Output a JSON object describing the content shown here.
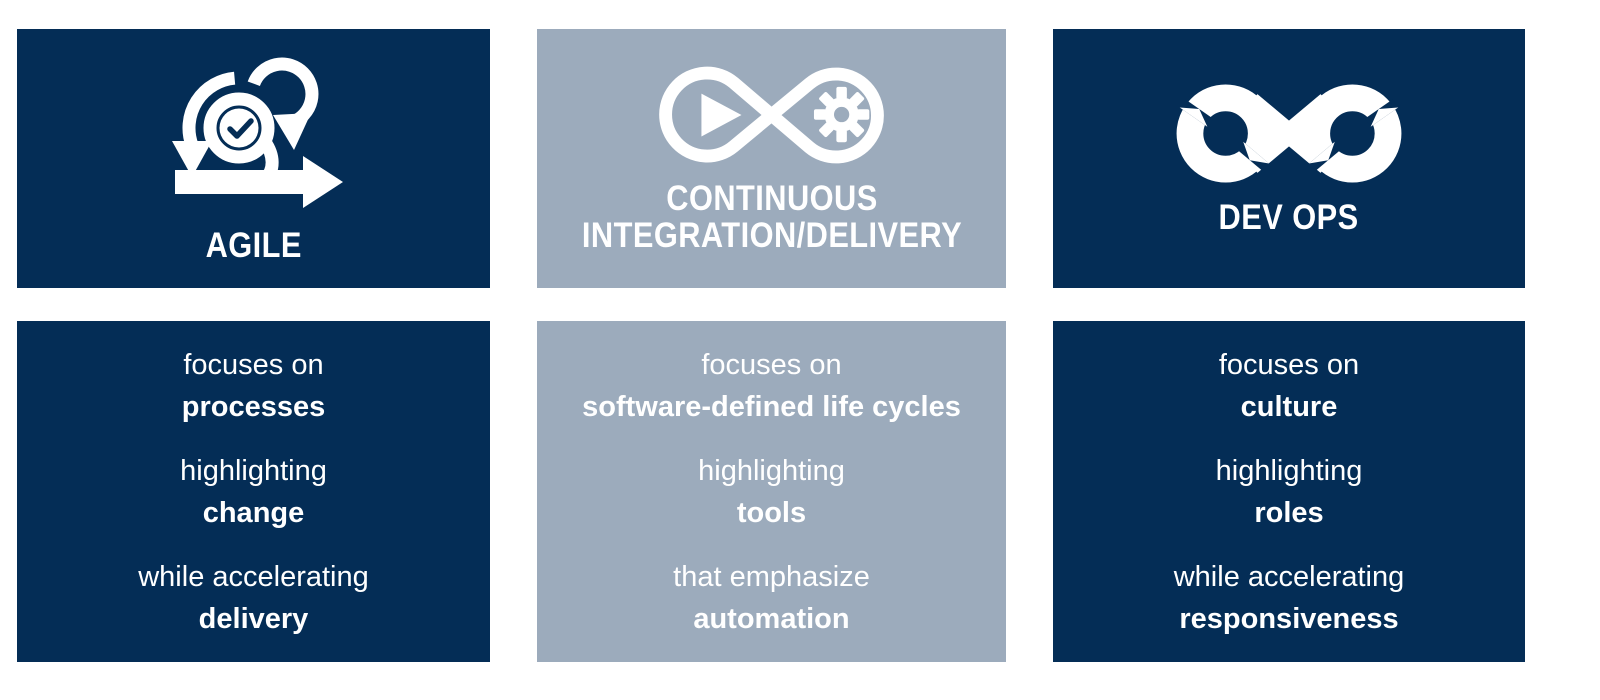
{
  "colors": {
    "navy": "#042d56",
    "gray_blue": "#9cabbc",
    "text": "#ffffff"
  },
  "columns": [
    {
      "id": "agile",
      "theme": "navy",
      "icon": "agile-sprint-icon",
      "title_lines": [
        "AGILE"
      ],
      "description": [
        {
          "normal": "focuses on",
          "bold": "processes"
        },
        {
          "normal": "highlighting",
          "bold": "change"
        },
        {
          "normal": "while accelerating",
          "bold": "delivery"
        }
      ]
    },
    {
      "id": "continuous-integration-delivery",
      "theme": "gray",
      "icon": "ci-cd-infinity-icon",
      "title_lines": [
        "CONTINUOUS",
        "INTEGRATION/DELIVERY"
      ],
      "description": [
        {
          "normal": "focuses on",
          "bold": "software-defined life cycles"
        },
        {
          "normal": "highlighting",
          "bold": "tools"
        },
        {
          "normal": "that emphasize",
          "bold": "automation"
        }
      ]
    },
    {
      "id": "devops",
      "theme": "navy",
      "icon": "devops-infinity-icon",
      "title_lines": [
        "DEV OPS"
      ],
      "description": [
        {
          "normal": "focuses on",
          "bold": "culture"
        },
        {
          "normal": "highlighting",
          "bold": "roles"
        },
        {
          "normal": "while accelerating",
          "bold": "responsiveness"
        }
      ]
    }
  ]
}
